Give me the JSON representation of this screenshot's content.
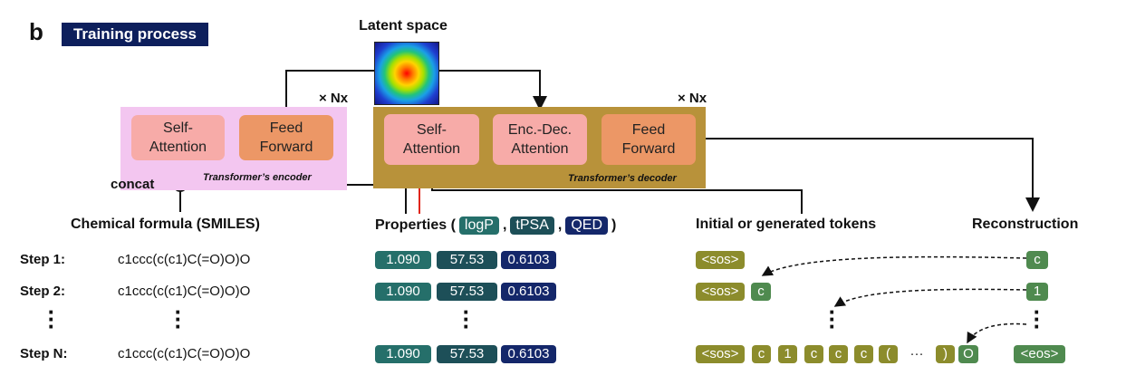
{
  "header": {
    "panel_letter": "b",
    "title": "Training process"
  },
  "latent": {
    "label": "Latent space"
  },
  "encoder": {
    "repeat_label": "× Nx",
    "caption": "Transformer’s encoder",
    "blocks": [
      "Self-\nAttention",
      "Feed\nForward"
    ]
  },
  "decoder": {
    "repeat_label": "× Nx",
    "caption": "Transformer’s decoder",
    "blocks": [
      "Self-\nAttention",
      "Enc.-Dec.\nAttention",
      "Feed\nForward"
    ]
  },
  "concat_label": "concat",
  "headings": {
    "smiles": "Chemical formula (SMILES)",
    "properties_prefix": "Properties (",
    "properties_sep1": ",",
    "properties_sep2": ",",
    "properties_suffix": ")",
    "property_names": [
      "logP",
      "tPSA",
      "QED"
    ],
    "tokens": "Initial or generated tokens",
    "reconstruction": "Reconstruction"
  },
  "rows": [
    {
      "step": "Step 1:",
      "smiles": "c1ccc(c(c1)C(=O)O)O",
      "props": [
        "1.090",
        "57.53",
        "0.6103"
      ],
      "tokens": [
        "<sos>"
      ],
      "output": "c"
    },
    {
      "step": "Step 2:",
      "smiles": "c1ccc(c(c1)C(=O)O)O",
      "props": [
        "1.090",
        "57.53",
        "0.6103"
      ],
      "tokens": [
        "<sos>",
        "c"
      ],
      "output": "1"
    },
    {
      "step": "Step N:",
      "smiles": "c1ccc(c(c1)C(=O)O)O",
      "props": [
        "1.090",
        "57.53",
        "0.6103"
      ],
      "tokens": [
        "<sos>",
        "c",
        "1",
        "c",
        "c",
        "c",
        "(",
        "···",
        ")",
        "O"
      ],
      "output": "<eos>"
    }
  ],
  "colors": {
    "navy": "#14276a",
    "teal": "#256f6a",
    "olive": "#8c8c2c",
    "green": "#4f8a4f",
    "encoder_bg": "#f3c6f0",
    "decoder_bg": "#b8923a",
    "red_arrow": "#e0261a"
  }
}
